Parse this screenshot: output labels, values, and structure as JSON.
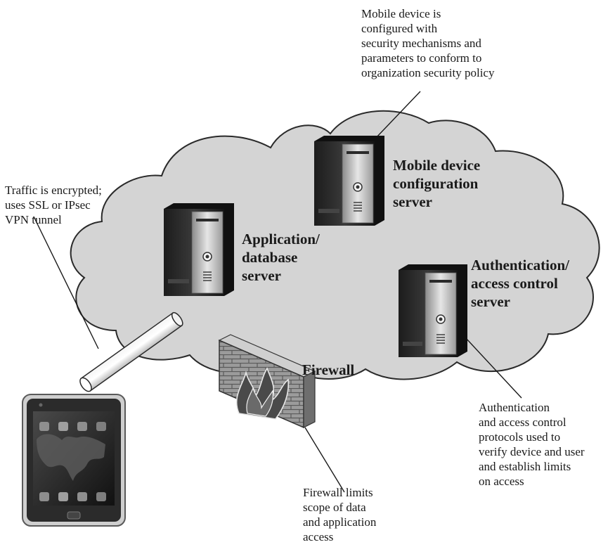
{
  "notes": {
    "mobile_config": "Mobile device is\nconfigured with\nsecurity mechanisms and\nparameters to conform to\norganization security policy",
    "traffic": "Traffic is encrypted;\nuses SSL or IPsec\nVPN tunnel",
    "auth_protocols": "Authentication\nand access control\nprotocols used to\nverify device and user\nand establish limits\non access",
    "firewall_limits": "Firewall limits\nscope of data\nand application\naccess"
  },
  "labels": {
    "mobile_server": "Mobile device\nconfiguration\nserver",
    "app_server": "Application/\ndatabase\nserver",
    "auth_server": "Authentication/\naccess control\nserver",
    "firewall": "Firewall"
  }
}
